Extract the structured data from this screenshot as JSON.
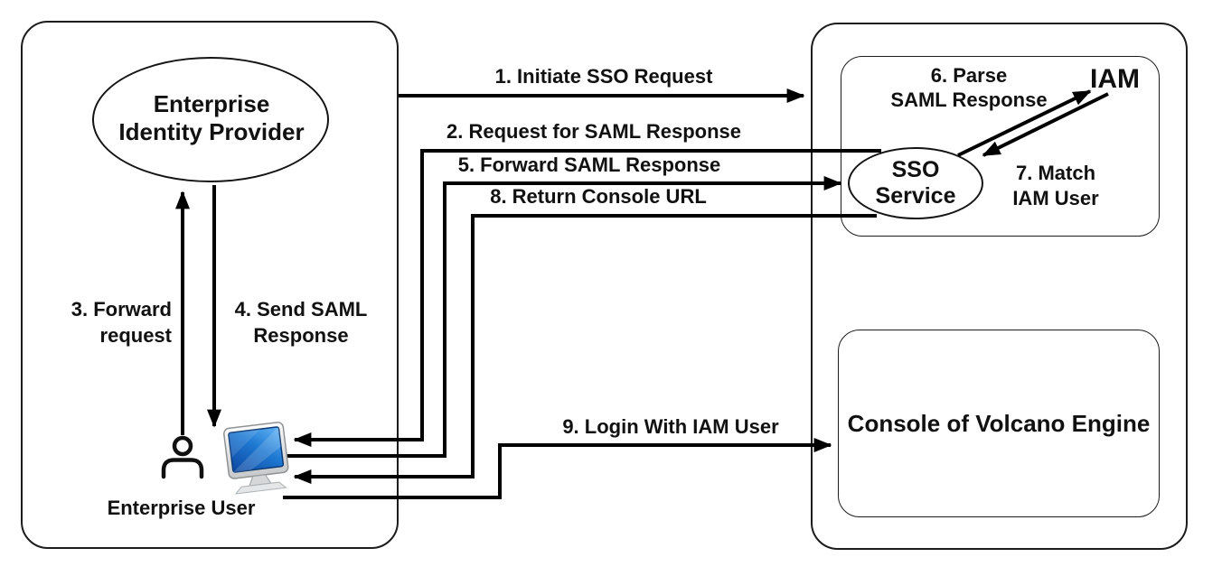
{
  "colors": {
    "line": "#000000",
    "box_border": "#1c1c1c",
    "screen_blue_dark": "#0d47a1",
    "screen_blue_light": "#64b5f6"
  },
  "nodes": {
    "idp": {
      "line1": "Enterprise",
      "line2": "Identity Provider"
    },
    "enterprise_user": {
      "label": "Enterprise User"
    },
    "sso": {
      "line1": "SSO",
      "line2": "Service"
    },
    "iam": {
      "label": "IAM"
    },
    "console": {
      "label": "Console of Volcano Engine"
    }
  },
  "steps": {
    "s1": "1. Initiate SSO Request",
    "s2": "2. Request for SAML Response",
    "s3a": "3. Forward",
    "s3b": "request",
    "s4a": "4. Send SAML",
    "s4b": "Response",
    "s5": "5. Forward SAML Response",
    "s6a": "6. Parse",
    "s6b": "SAML Response",
    "s7a": "7. Match",
    "s7b": "IAM User",
    "s8": "8. Return Console URL",
    "s9": "9. Login With IAM User"
  }
}
